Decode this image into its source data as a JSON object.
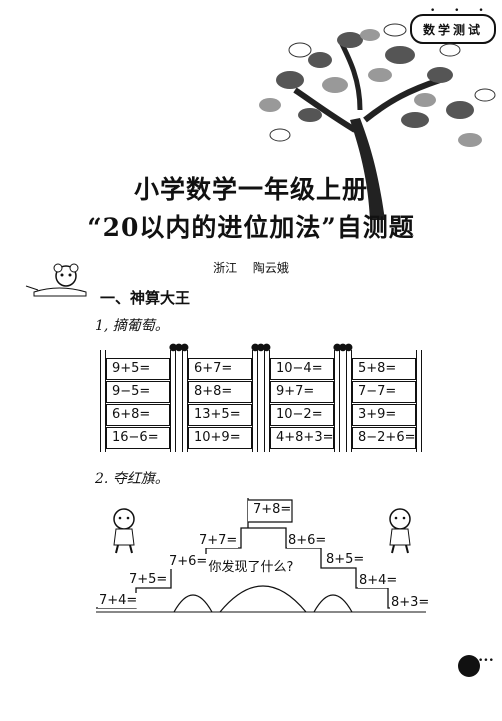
{
  "header": {
    "badge": "数学测试"
  },
  "title": {
    "line1": "小学数学一年级上册",
    "line2": "“20以内的进位加法”自测题"
  },
  "author": {
    "region": "浙江",
    "name": "陶云娥"
  },
  "section1": {
    "title": "一、神算大王"
  },
  "q1": {
    "label": "1, 摘葡萄。",
    "ladders": [
      [
        "9+5=",
        "9−5=",
        "6+8=",
        "16−6="
      ],
      [
        "6+7=",
        "8+8=",
        "13+5=",
        "10+9="
      ],
      [
        "10−4=",
        "9+7=",
        "10−2=",
        "4+8+3="
      ],
      [
        "5+8=",
        "7−7=",
        "3+9=",
        "8−2+6="
      ]
    ]
  },
  "q2": {
    "label": "2. 夺红旗。",
    "flag": "7+8=",
    "center_question": "你发现了什么?",
    "left_steps": [
      "7+4=",
      "7+5=",
      "7+6=",
      "7+7="
    ],
    "right_steps": [
      "8+6=",
      "8+5=",
      "8+4=",
      "8+3="
    ]
  }
}
